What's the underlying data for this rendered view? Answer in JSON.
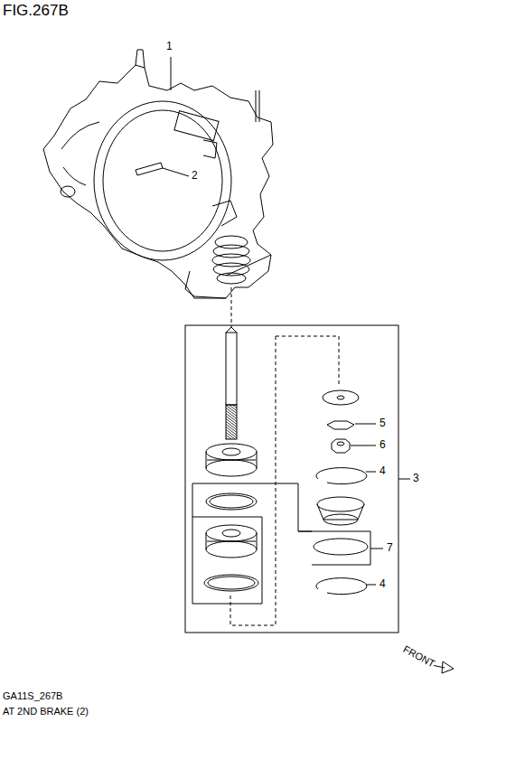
{
  "diagram": {
    "title": "FIG.267B",
    "labels": [
      "1",
      "2",
      "3",
      "5",
      "6",
      "4",
      "7",
      "4",
      "FRONT",
      "GA11S_267B",
      "AT 2ND BRAKE (2)"
    ]
  }
}
